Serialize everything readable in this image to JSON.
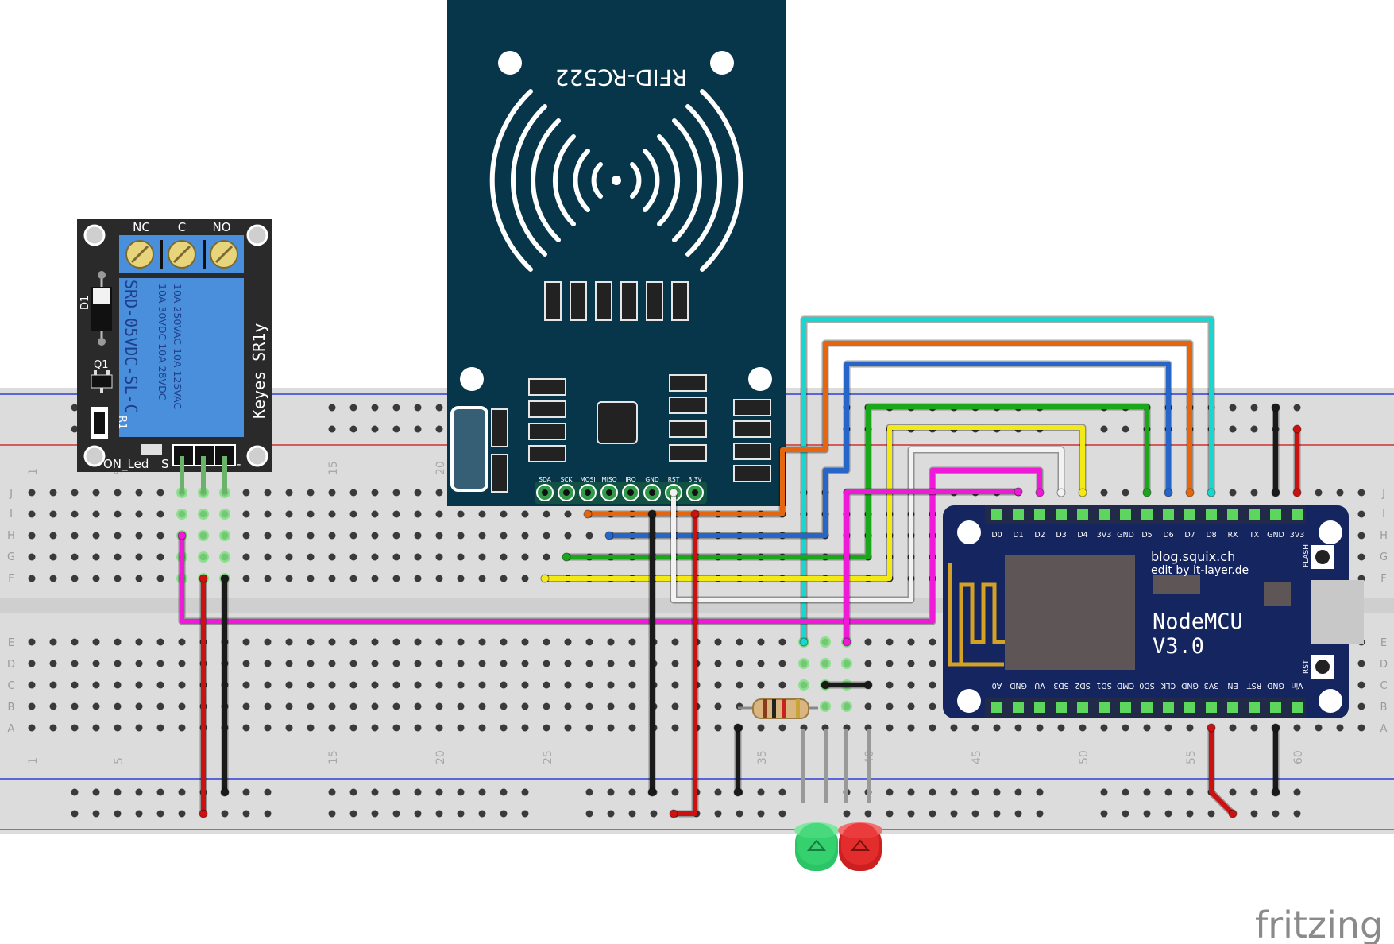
{
  "relay": {
    "model": "SRD-05VDC-SL-C",
    "rating_1": "10A 250VAC  10A 125VAC",
    "rating_2": "10A  30VDC  10A  28VDC",
    "name": "Keyes_SR1y",
    "terminals": [
      "NC",
      "C",
      "NO"
    ],
    "labels": {
      "d1": "D1",
      "q1": "Q1",
      "r1": "R1",
      "led": "ON_Led",
      "s": "S",
      "minus": "-"
    }
  },
  "rfid": {
    "title": "RFID-RC522",
    "pins": [
      "SDA",
      "SCK",
      "MOSI",
      "MISO",
      "IRQ",
      "GND",
      "RST",
      "3.3V"
    ]
  },
  "nodemcu": {
    "name_line1": "NodeMCU",
    "name_line2": "V3.0",
    "credit_line1": "blog.squix.ch",
    "credit_line2": "edit by it-layer.de",
    "flash": "FLASH",
    "rst": "RST",
    "top_pins": [
      "D0",
      "D1",
      "D2",
      "D3",
      "D4",
      "3V3",
      "GND",
      "D5",
      "D6",
      "D7",
      "D8",
      "RX",
      "TX",
      "GND",
      "3V3"
    ],
    "bottom_pins": [
      "A0",
      "GND",
      "VU",
      "SD3",
      "SD2",
      "SD1",
      "CMD",
      "SD0",
      "CLK",
      "GND",
      "3V3",
      "EN",
      "RST",
      "GND",
      "Vin"
    ]
  },
  "breadboard": {
    "rows_top": [
      "J",
      "I",
      "H",
      "G",
      "F"
    ],
    "rows_bottom": [
      "E",
      "D",
      "C",
      "B",
      "A"
    ],
    "column_numbers": [
      "1",
      "5",
      "10",
      "15",
      "20",
      "25",
      "30",
      "35",
      "40",
      "45",
      "50",
      "55",
      "60"
    ]
  },
  "logo": "fritzing",
  "colors": {
    "board": "#dcdcdc",
    "rfid_board": "#07364a",
    "nodemcu_board": "#15255f",
    "relay_board": "#2a2a2a",
    "relay_body": "#4a8fdc",
    "wire_cyan": "#19d6cf",
    "wire_orange": "#e5660f",
    "wire_blue": "#2666c8",
    "wire_green": "#1aa81a",
    "wire_yellow": "#f3ea15",
    "wire_white": "#f2f2f2",
    "wire_magenta": "#ee1ad8",
    "wire_red": "#cc1111",
    "wire_black": "#1a1a1a",
    "led_green": "#3ad472",
    "led_red": "#e8302f"
  }
}
